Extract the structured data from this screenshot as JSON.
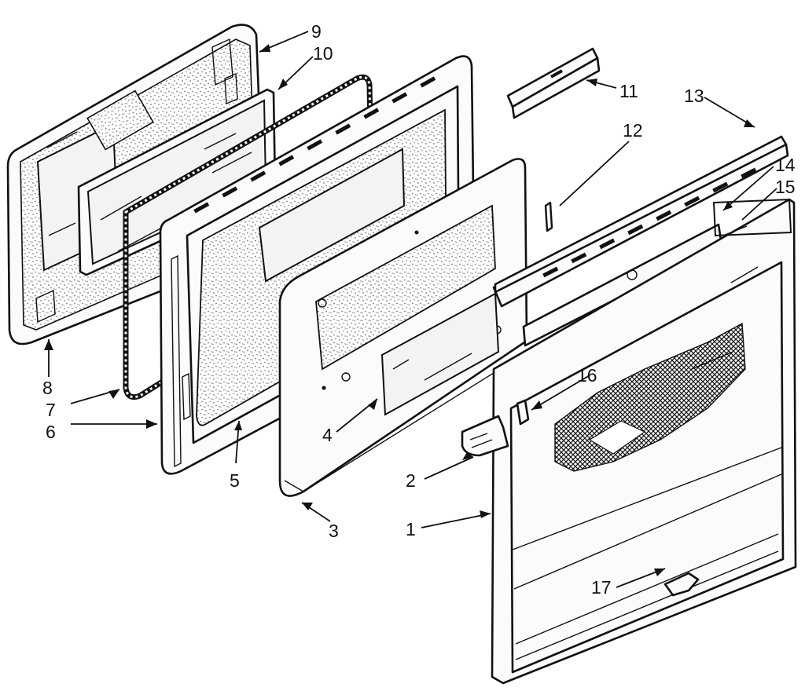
{
  "callouts": [
    {
      "id": "1",
      "label": "1"
    },
    {
      "id": "2",
      "label": "2"
    },
    {
      "id": "3",
      "label": "3"
    },
    {
      "id": "4",
      "label": "4"
    },
    {
      "id": "5",
      "label": "5"
    },
    {
      "id": "6",
      "label": "6"
    },
    {
      "id": "7",
      "label": "7"
    },
    {
      "id": "8",
      "label": "8"
    },
    {
      "id": "9",
      "label": "9"
    },
    {
      "id": "10",
      "label": "10"
    },
    {
      "id": "11",
      "label": "11"
    },
    {
      "id": "12",
      "label": "12"
    },
    {
      "id": "13",
      "label": "13"
    },
    {
      "id": "14",
      "label": "14"
    },
    {
      "id": "15",
      "label": "15"
    },
    {
      "id": "16",
      "label": "16"
    },
    {
      "id": "17",
      "label": "17"
    }
  ],
  "colors": {
    "line": "#111111",
    "insulation": "#8a8a8a",
    "background": "#ffffff"
  }
}
